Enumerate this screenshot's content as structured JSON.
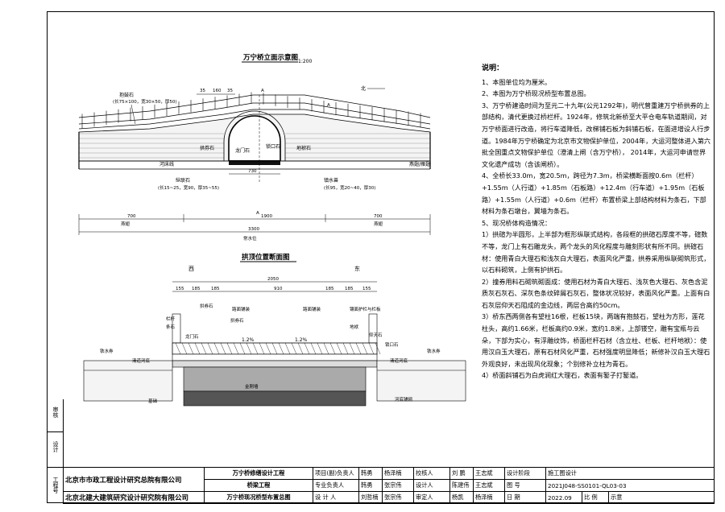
{
  "elevation": {
    "title": "万宁桥立面示意图",
    "scale": "1:200",
    "labels": {
      "balustrade": "抱鼓石",
      "balustrade_spec": "(长75×100，宽30×50，厚50)",
      "riverbed": "河床线",
      "dragon_gate": "龙门石",
      "keystone": "锁口石",
      "arch_stone": "拱券石",
      "sill": "地袱石",
      "row_stone": "纵联石",
      "row_stone_spec": "(长15~25，宽90，厚35~55)",
      "zhen_shui": "镇水兽",
      "zhen_shui_spec": "(长95，宽20~40，厚30)",
      "bank_wall": "燕翅/雁翅",
      "north": "北"
    },
    "dims": {
      "d35a": "35",
      "d160": "160",
      "d35b": "35",
      "d730": "730",
      "d700a": "700",
      "d1900": "1900",
      "d700b": "700",
      "d3300": "3300"
    },
    "marks": {
      "aa": "A",
      "ab": "A",
      "ac": "A",
      "sideL": "燕翅",
      "sideR": "燕翅",
      "axis": "常水位"
    }
  },
  "section": {
    "title": "拱顶位置断面图",
    "west": "西",
    "east": "东",
    "dims": {
      "total": "2050",
      "a": "155",
      "b": "185",
      "c": "185",
      "d": "910",
      "e": "185",
      "f": "185",
      "g": "155"
    },
    "labels": {
      "l1": "栏杆",
      "l2": "条石",
      "l3": "龙门石",
      "l4": "路面铺装",
      "l5": "路面铺装",
      "l6": "拱券石",
      "l7": "拱券石",
      "l8": "镶面护栏与栏板",
      "l9": "地袱",
      "l10": "仰天石",
      "l11": "锁口石",
      "l12": "铁水券",
      "l13": "清道河底",
      "l14": "铁水券",
      "l15": "清道河底",
      "l16": "金刚墙",
      "l17": "基础",
      "l18": "河底铺砌",
      "s1": "1.2%",
      "s2": "1.2%"
    }
  },
  "notes": {
    "title": "说明：",
    "items": [
      "1、本图单位均为厘米。",
      "2、本图为万宁桥现况桥型布置总图。",
      "3、万宁桥建造时间为至元二十九年(公元1292年)，明代曾重建万宁桥拱券的上部结构，清代更换过桥栏杆。1924年，修筑北新桥至大平仓电车轨道期间，对万宁桥面进行改造，将行车道降低，改梯铺石板为斜铺石板，在面进增设人行步道。1984年万宁桥确定为北京市文物保护单位，2004年，大运河整体进入第六批全国重点文物保护单位（澄清上闸（含万宁桥）， 2014年，大运河申请世界文化遗产成功（含该闸桥）。",
      "4、全桥长33.0m，宽20.5m，跨径为7.3m，桥梁横断面按0.6m（栏杆）+1.55m（人行道）+1.85m（石板路）+12.4m（行车道）+1.95m（石板路）+1.55m（人行道）+0.6m（栏杆）布置桥梁上部结构材料为条石，下部材料为条石墩台，翼墙为条石。",
      "5、现况桥体构造情况：",
      "1）拱碹为半圆形，上半部为框形纵联式结构，各段框的拱碹石厚度不等，碹数不等，龙门上有石雕龙头，两个龙头的风化程度与雕刻形状有所不同。拱碹石材：使用青白大理石和浅灰白大理石，表面风化严重，拱券采用纵联砌筑形式，以石料砌筑，上侧有护拱石。",
      "2）撞券用料石砌筑砌面成：使用石材为青白大理石、浅灰色大理石、灰色含泥质灰石灰石、深灰色条纹碎屑石灰石，整体状况较好，表面风化严重。上面有白石灰层仰天石阻成的金边线，两层合高约50cm。",
      "3）桥东西两侧各有望柱16根，栏板15块，两端有抱鼓石，望柱为方形，莲花柱头，高约1.66米，栏板高约0.9米，宽约1.8米，上部镂空，雕有宝瓶与云朵，下部为实心，有浮雕纹饰，桥面栏杆石材（含立柱、栏板、栏杆地袱）：使用汉白玉大理石，原有石材风化严重，石材强度明显降低；新修补汉白玉大理石外观良好，未出现风化现象；个别修补立柱为青石。",
      "4）桥面斜铺石为白虎涧红大理石，表面有錾子打錾道。"
    ]
  },
  "titleblock": {
    "org1": "北京市市政工程设计研究总院有限公司",
    "org2": "北京北建大建筑研究设计研究院有限公司",
    "project": "万宁桥修缮设计工程",
    "subproject": "桥梁工程",
    "drawing": "万宁桥现况桥型布置总图",
    "r1c1": "项目(副)负责人",
    "r1c2": "韩勇",
    "r1c3": "杨泽楠",
    "r1c4": "校核人",
    "r1c5": "刘 鹏",
    "r1c6": "王志斌",
    "r1c7": "设计阶段",
    "r1c8": "施工图设计",
    "r2c1": "专业负责人",
    "r2c2": "韩勇",
    "r2c3": "张宗伟",
    "r2c4": "设计人",
    "r2c5": "陈建伟",
    "r2c6": "王志斌",
    "r2c7": "图 号",
    "r2c8": "2021J048-SS0101-QL03-03",
    "r3c1": "设 计 人",
    "r3c2": "刘哲楠",
    "r3c3": "张宗伟",
    "r3c4": "审定人",
    "r3c5": "杨凯",
    "r3c6": "杨泽楠",
    "r3c7": "日 期",
    "r3c8": "2022.09",
    "r3c9": "比 例",
    "r3c10": "示意"
  },
  "sidestrip": {
    "a": "审核",
    "b": "设计",
    "c": "工程号"
  }
}
